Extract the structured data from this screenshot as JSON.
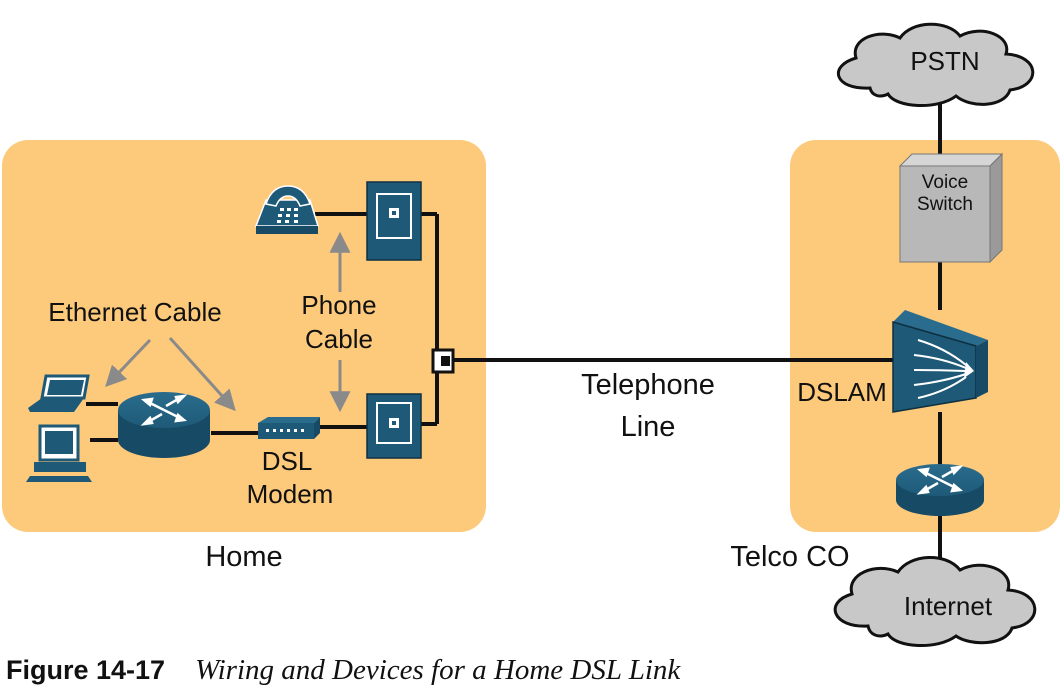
{
  "diagram": {
    "zones": {
      "home_label": "Home",
      "telco_label": "Telco CO"
    },
    "labels": {
      "ethernet_cable": "Ethernet Cable",
      "phone_cable_line1": "Phone",
      "phone_cable_line2": "Cable",
      "dsl_modem_line1": "DSL",
      "dsl_modem_line2": "Modem",
      "telephone_line_line1": "Telephone",
      "telephone_line_line2": "Line",
      "dslam": "DSLAM",
      "voice_switch_line1": "Voice",
      "voice_switch_line2": "Switch",
      "pstn": "PSTN",
      "internet": "Internet"
    },
    "colors": {
      "zone_fill": "#fdc97b",
      "device_teal": "#1e5a78",
      "cloud_fill": "#c8c8c8",
      "arrow_gray": "#8a8a8a",
      "wire": "#111111"
    },
    "icons": [
      "telephone-icon",
      "wall-jack-icon",
      "laptop-icon",
      "desktop-pc-icon",
      "router-icon",
      "dsl-modem-icon",
      "line-splitter-icon",
      "dslam-icon",
      "voice-switch-icon",
      "cloud-icon"
    ]
  },
  "caption": {
    "number": "Figure 14-17",
    "title": "Wiring and Devices for a Home DSL Link"
  }
}
